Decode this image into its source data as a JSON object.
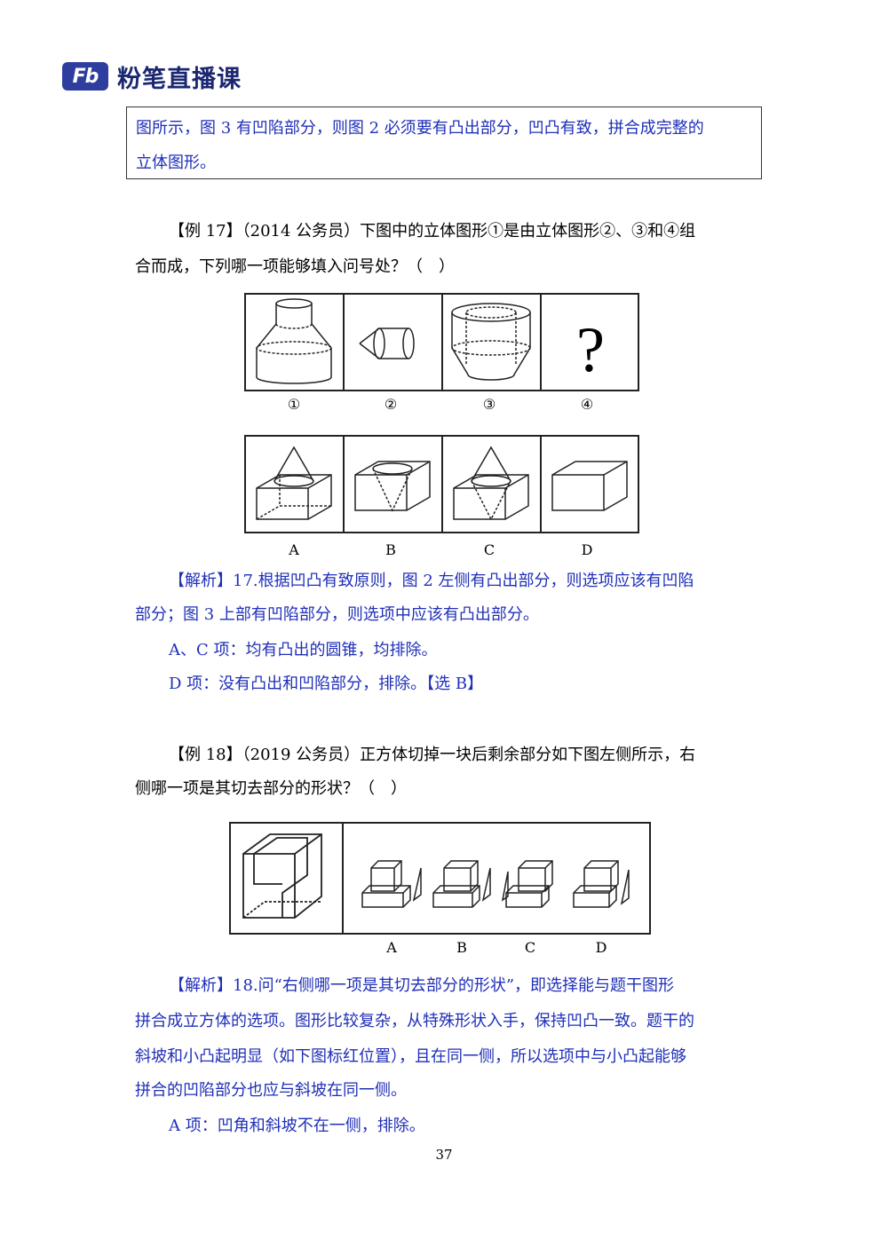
{
  "header": {
    "logo_mark": "Fb",
    "brand": "粉笔直播课"
  },
  "box": {
    "line1": "图所示，图 3 有凹陷部分，则图 2 必须要有凸出部分，凹凸有致，拼合成完整的",
    "line2": "立体图形。"
  },
  "ex17": {
    "q_line1": "【例 17】（2014 公务员）下图中的立体图形①是由立体图形②、③和④组",
    "q_line2": "合而成，下列哪一项能够填入问号处？（　）",
    "top_labels": [
      "①",
      "②",
      "③",
      "④"
    ],
    "question_mark": "?",
    "option_labels": [
      "A",
      "B",
      "C",
      "D"
    ],
    "a_line1": "【解析】17.根据凹凸有致原则，图 2 左侧有凸出部分，则选项应该有凹陷",
    "a_line2": "部分；图 3 上部有凹陷部分，则选项中应该有凸出部分。",
    "a_line3": "A、C 项：均有凸出的圆锥，均排除。",
    "a_line4": "D 项：没有凸出和凹陷部分，排除。【选 B】"
  },
  "ex18": {
    "q_line1": "【例 18】（2019 公务员）正方体切掉一块后剩余部分如下图左侧所示，右",
    "q_line2": "侧哪一项是其切去部分的形状？（　）",
    "option_labels": [
      "A",
      "B",
      "C",
      "D"
    ],
    "a_line1": "【解析】18.问“右侧哪一项是其切去部分的形状”，即选择能与题干图形",
    "a_line2": "拼合成立方体的选项。图形比较复杂，从特殊形状入手，保持凹凸一致。题干的",
    "a_line3": "斜坡和小凸起明显（如下图标红位置），且在同一侧，所以选项中与小凸起能够",
    "a_line4": "拼合的凹陷部分也应与斜坡在同一侧。",
    "a_line5": "A 项：凹角和斜坡不在一侧，排除。"
  },
  "page_number": "37"
}
